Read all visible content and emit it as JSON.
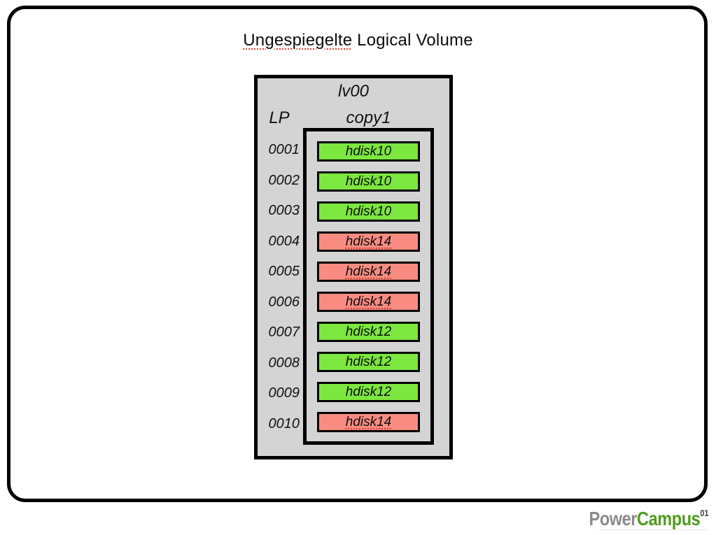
{
  "title": {
    "flagged_word": "Ungespiegelte",
    "rest": " Logical Volume"
  },
  "volume": {
    "name": "lv00",
    "lp_header": "LP",
    "copy_header": "copy1",
    "rows": [
      {
        "lp": "0001",
        "disk": "hdisk10",
        "color": "green",
        "flagged": false
      },
      {
        "lp": "0002",
        "disk": "hdisk10",
        "color": "green",
        "flagged": false
      },
      {
        "lp": "0003",
        "disk": "hdisk10",
        "color": "green",
        "flagged": false
      },
      {
        "lp": "0004",
        "disk": "hdisk14",
        "color": "red",
        "flagged": true
      },
      {
        "lp": "0005",
        "disk": "hdisk14",
        "color": "red",
        "flagged": true
      },
      {
        "lp": "0006",
        "disk": "hdisk14",
        "color": "red",
        "flagged": true
      },
      {
        "lp": "0007",
        "disk": "hdisk12",
        "color": "green",
        "flagged": false
      },
      {
        "lp": "0008",
        "disk": "hdisk12",
        "color": "green",
        "flagged": false
      },
      {
        "lp": "0009",
        "disk": "hdisk12",
        "color": "green",
        "flagged": false
      },
      {
        "lp": "0010",
        "disk": "hdisk14",
        "color": "red",
        "flagged": true
      }
    ]
  },
  "colors": {
    "panel_gray": "#d4d4d4",
    "disk_green": "#7ce73e",
    "disk_red": "#f98c82",
    "border_black": "#000000",
    "squiggle_red": "#e03a2f",
    "brand_gray": "#8a8a8a",
    "brand_green": "#4f9b1c"
  },
  "footer": {
    "brand_gray": "Power",
    "brand_green": "Campus",
    "brand_sup": "01"
  }
}
